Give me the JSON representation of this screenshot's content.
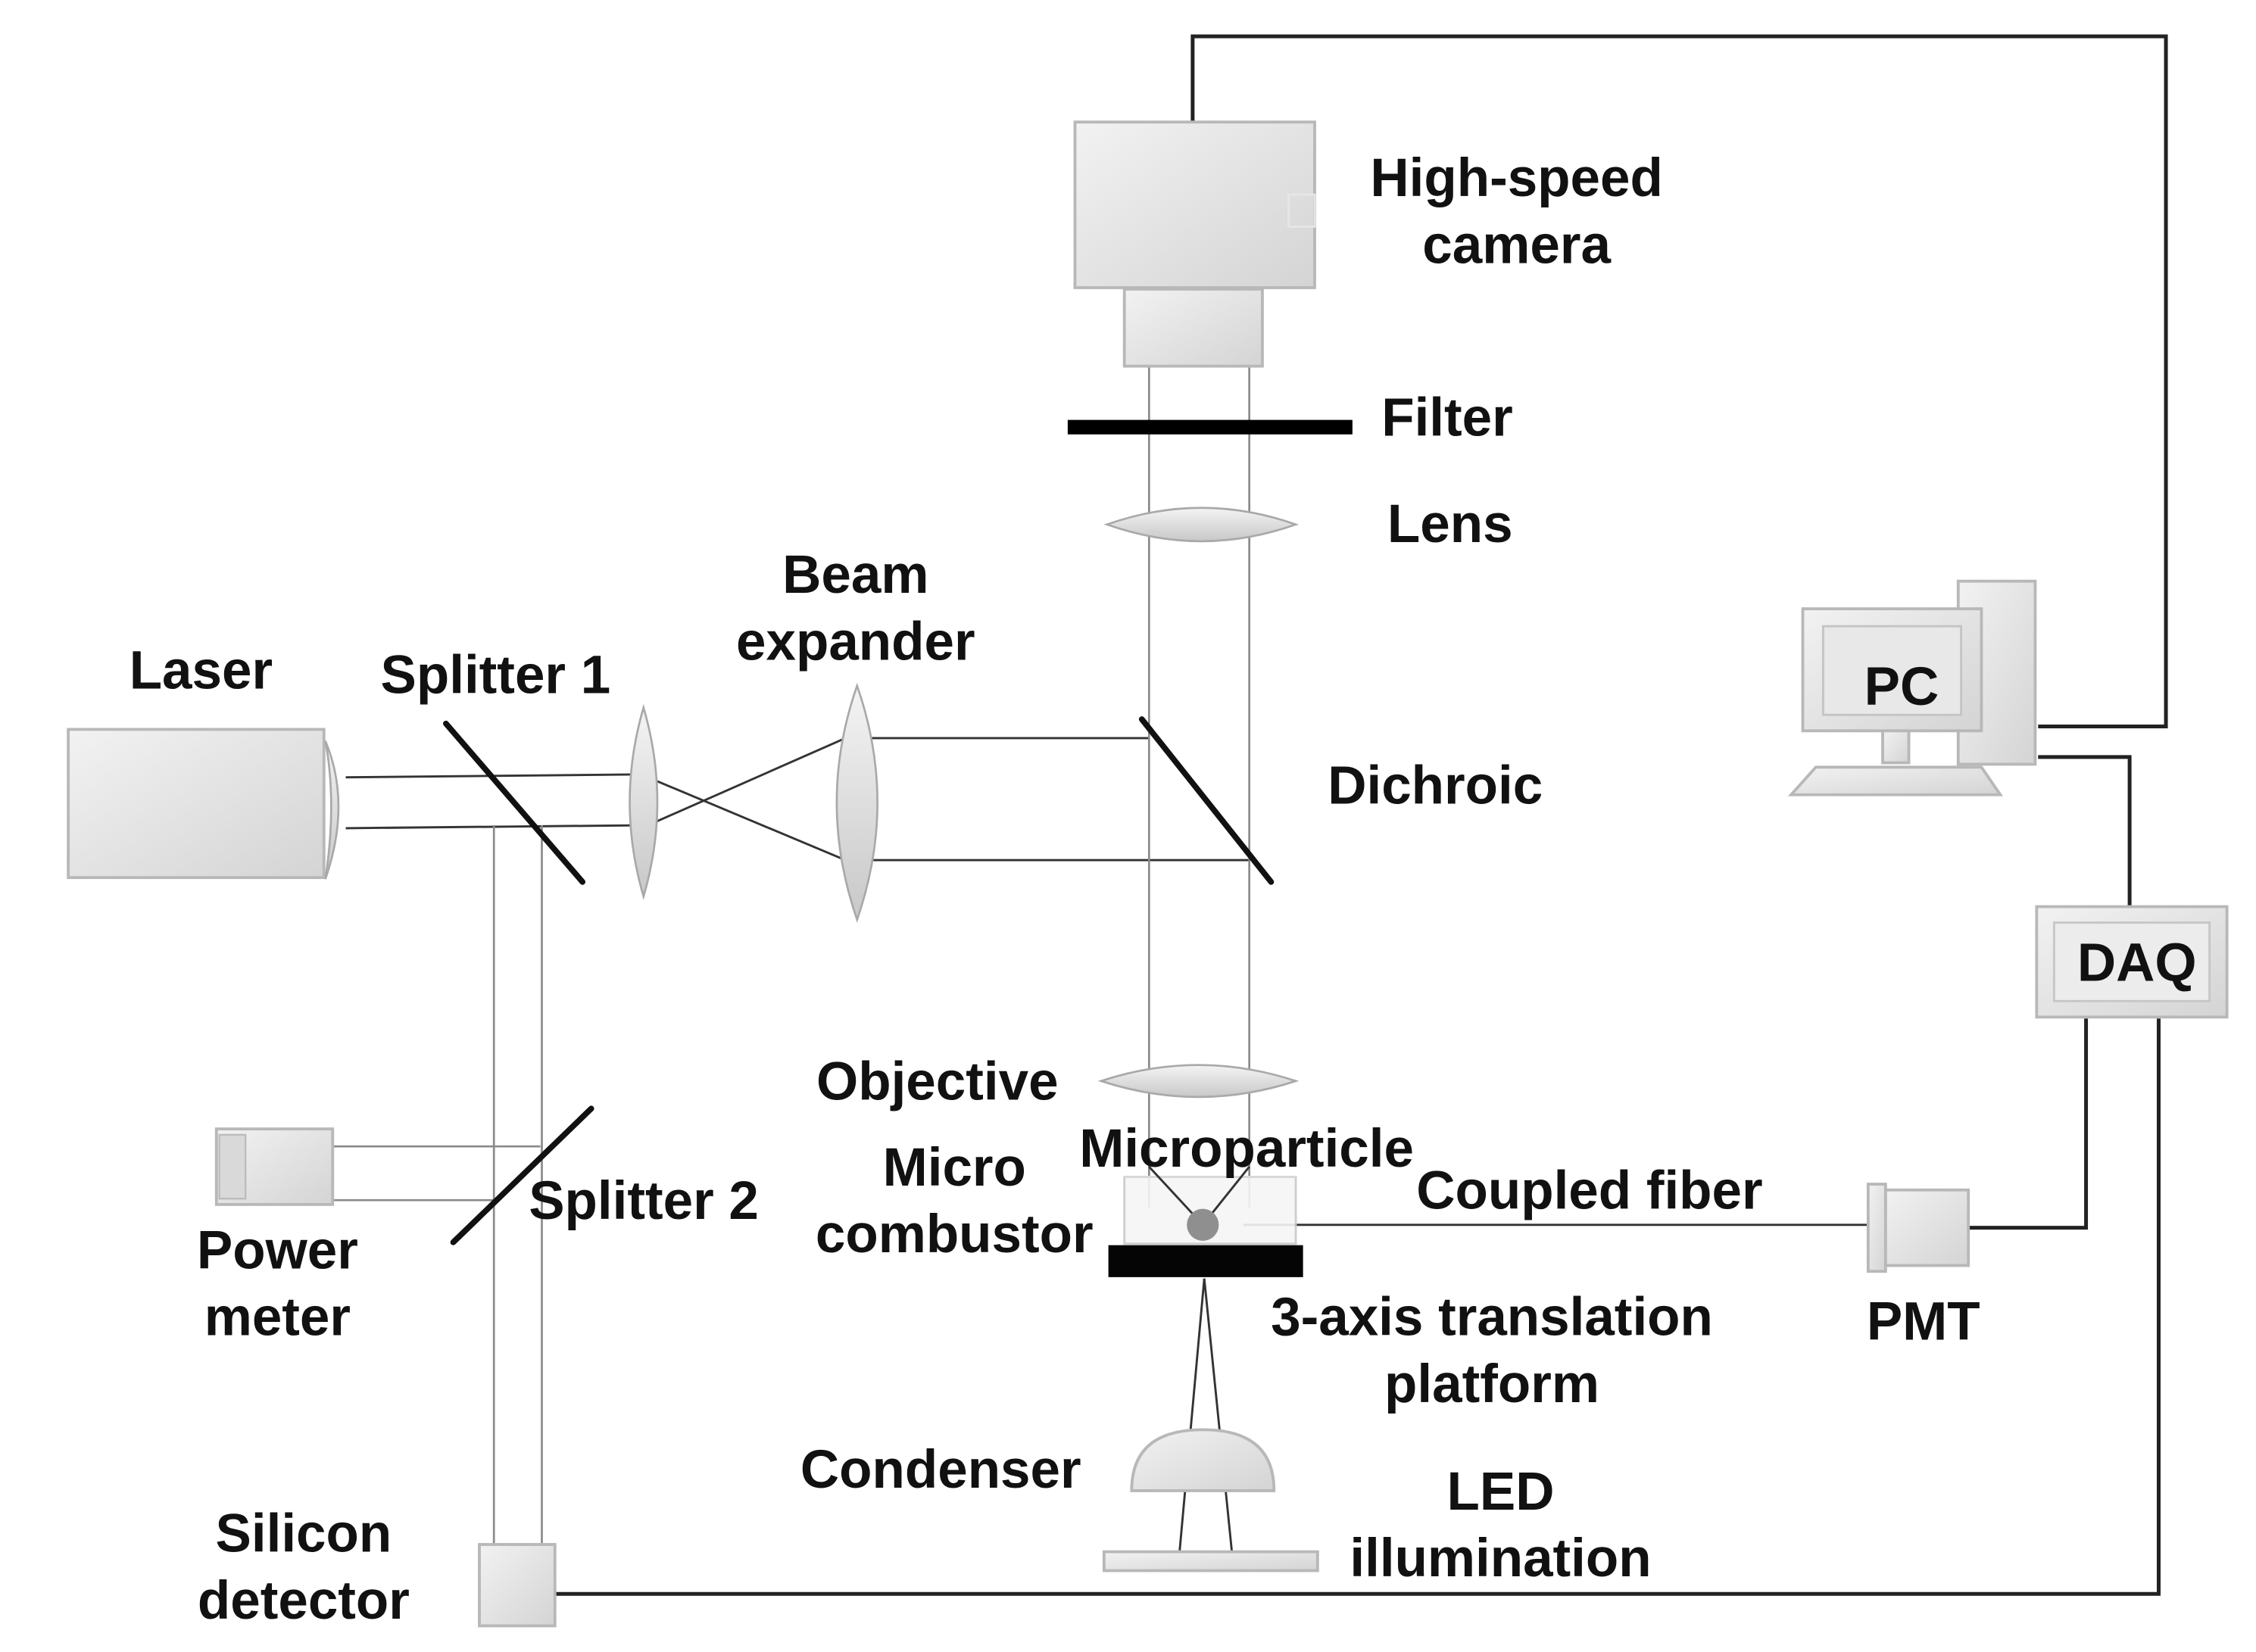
{
  "labels": {
    "camera_l1": "High-speed",
    "camera_l2": "camera",
    "filter": "Filter",
    "lens": "Lens",
    "beam_l1": "Beam",
    "beam_l2": "expander",
    "laser": "Laser",
    "splitter1": "Splitter 1",
    "dichroic": "Dichroic",
    "pc": "PC",
    "daq": "DAQ",
    "objective": "Objective",
    "microparticle": "Microparticle",
    "micro_l1": "Micro",
    "micro_l2": "combustor",
    "coupled_fiber": "Coupled fiber",
    "splitter2": "Splitter 2",
    "power_l1": "Power",
    "power_l2": "meter",
    "platform_l1": "3-axis translation",
    "platform_l2": "platform",
    "pmt": "PMT",
    "condenser": "Condenser",
    "led_l1": "LED",
    "led_l2": "illumination",
    "silicon_l1": "Silicon",
    "silicon_l2": "detector"
  }
}
